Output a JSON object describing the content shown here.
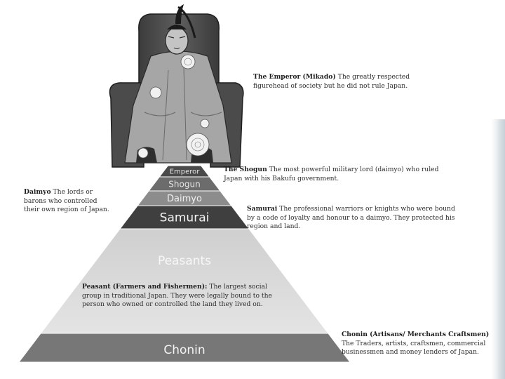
{
  "pyramid": {
    "levels": [
      {
        "label": "Emperor",
        "color": "#4a4a4a",
        "text_color": "#e6e6e6"
      },
      {
        "label": "Shogun",
        "color": "#6c6c6c",
        "text_color": "#e4e4e4"
      },
      {
        "label": "Daimyo",
        "color": "#8c8c8c",
        "text_color": "#f0f0f0"
      },
      {
        "label": "Samurai",
        "color": "#3f3f3f",
        "text_color": "#f2f2f2"
      },
      {
        "label": "Peasants",
        "color": "#dcdcdc",
        "text_color": "#f7f7f7"
      },
      {
        "label": "Chonin",
        "color": "#777777",
        "text_color": "#f4f4f4"
      }
    ]
  },
  "annotations": {
    "emperor": {
      "title": "The Emperor (Mikado)",
      "body": "The greatly respected figurehead of society but he did not rule Japan."
    },
    "shogun": {
      "title": "The Shogun",
      "body": "The most powerful military lord (daimyo) who ruled Japan with his Bakufu government."
    },
    "daimyo": {
      "title": "Daimyo",
      "body": "The lords or barons who controlled their own region of Japan."
    },
    "samurai": {
      "title": "Samurai",
      "body": "The professional warriors or knights who were bound by a code of loyalty and honour to a daimyo. They protected his region and land."
    },
    "peasant": {
      "title": "Peasant (Farmers and Fishermen):",
      "body": "The largest social group in traditional Japan. They were legally bound to the person who owned or controlled the land they lived on."
    },
    "chonin": {
      "title": "Chonin (Artisans/ Merchants Craftsmen)",
      "body": "The Traders, artists, craftsmen, commercial businessmen and money lenders of Japan."
    }
  }
}
